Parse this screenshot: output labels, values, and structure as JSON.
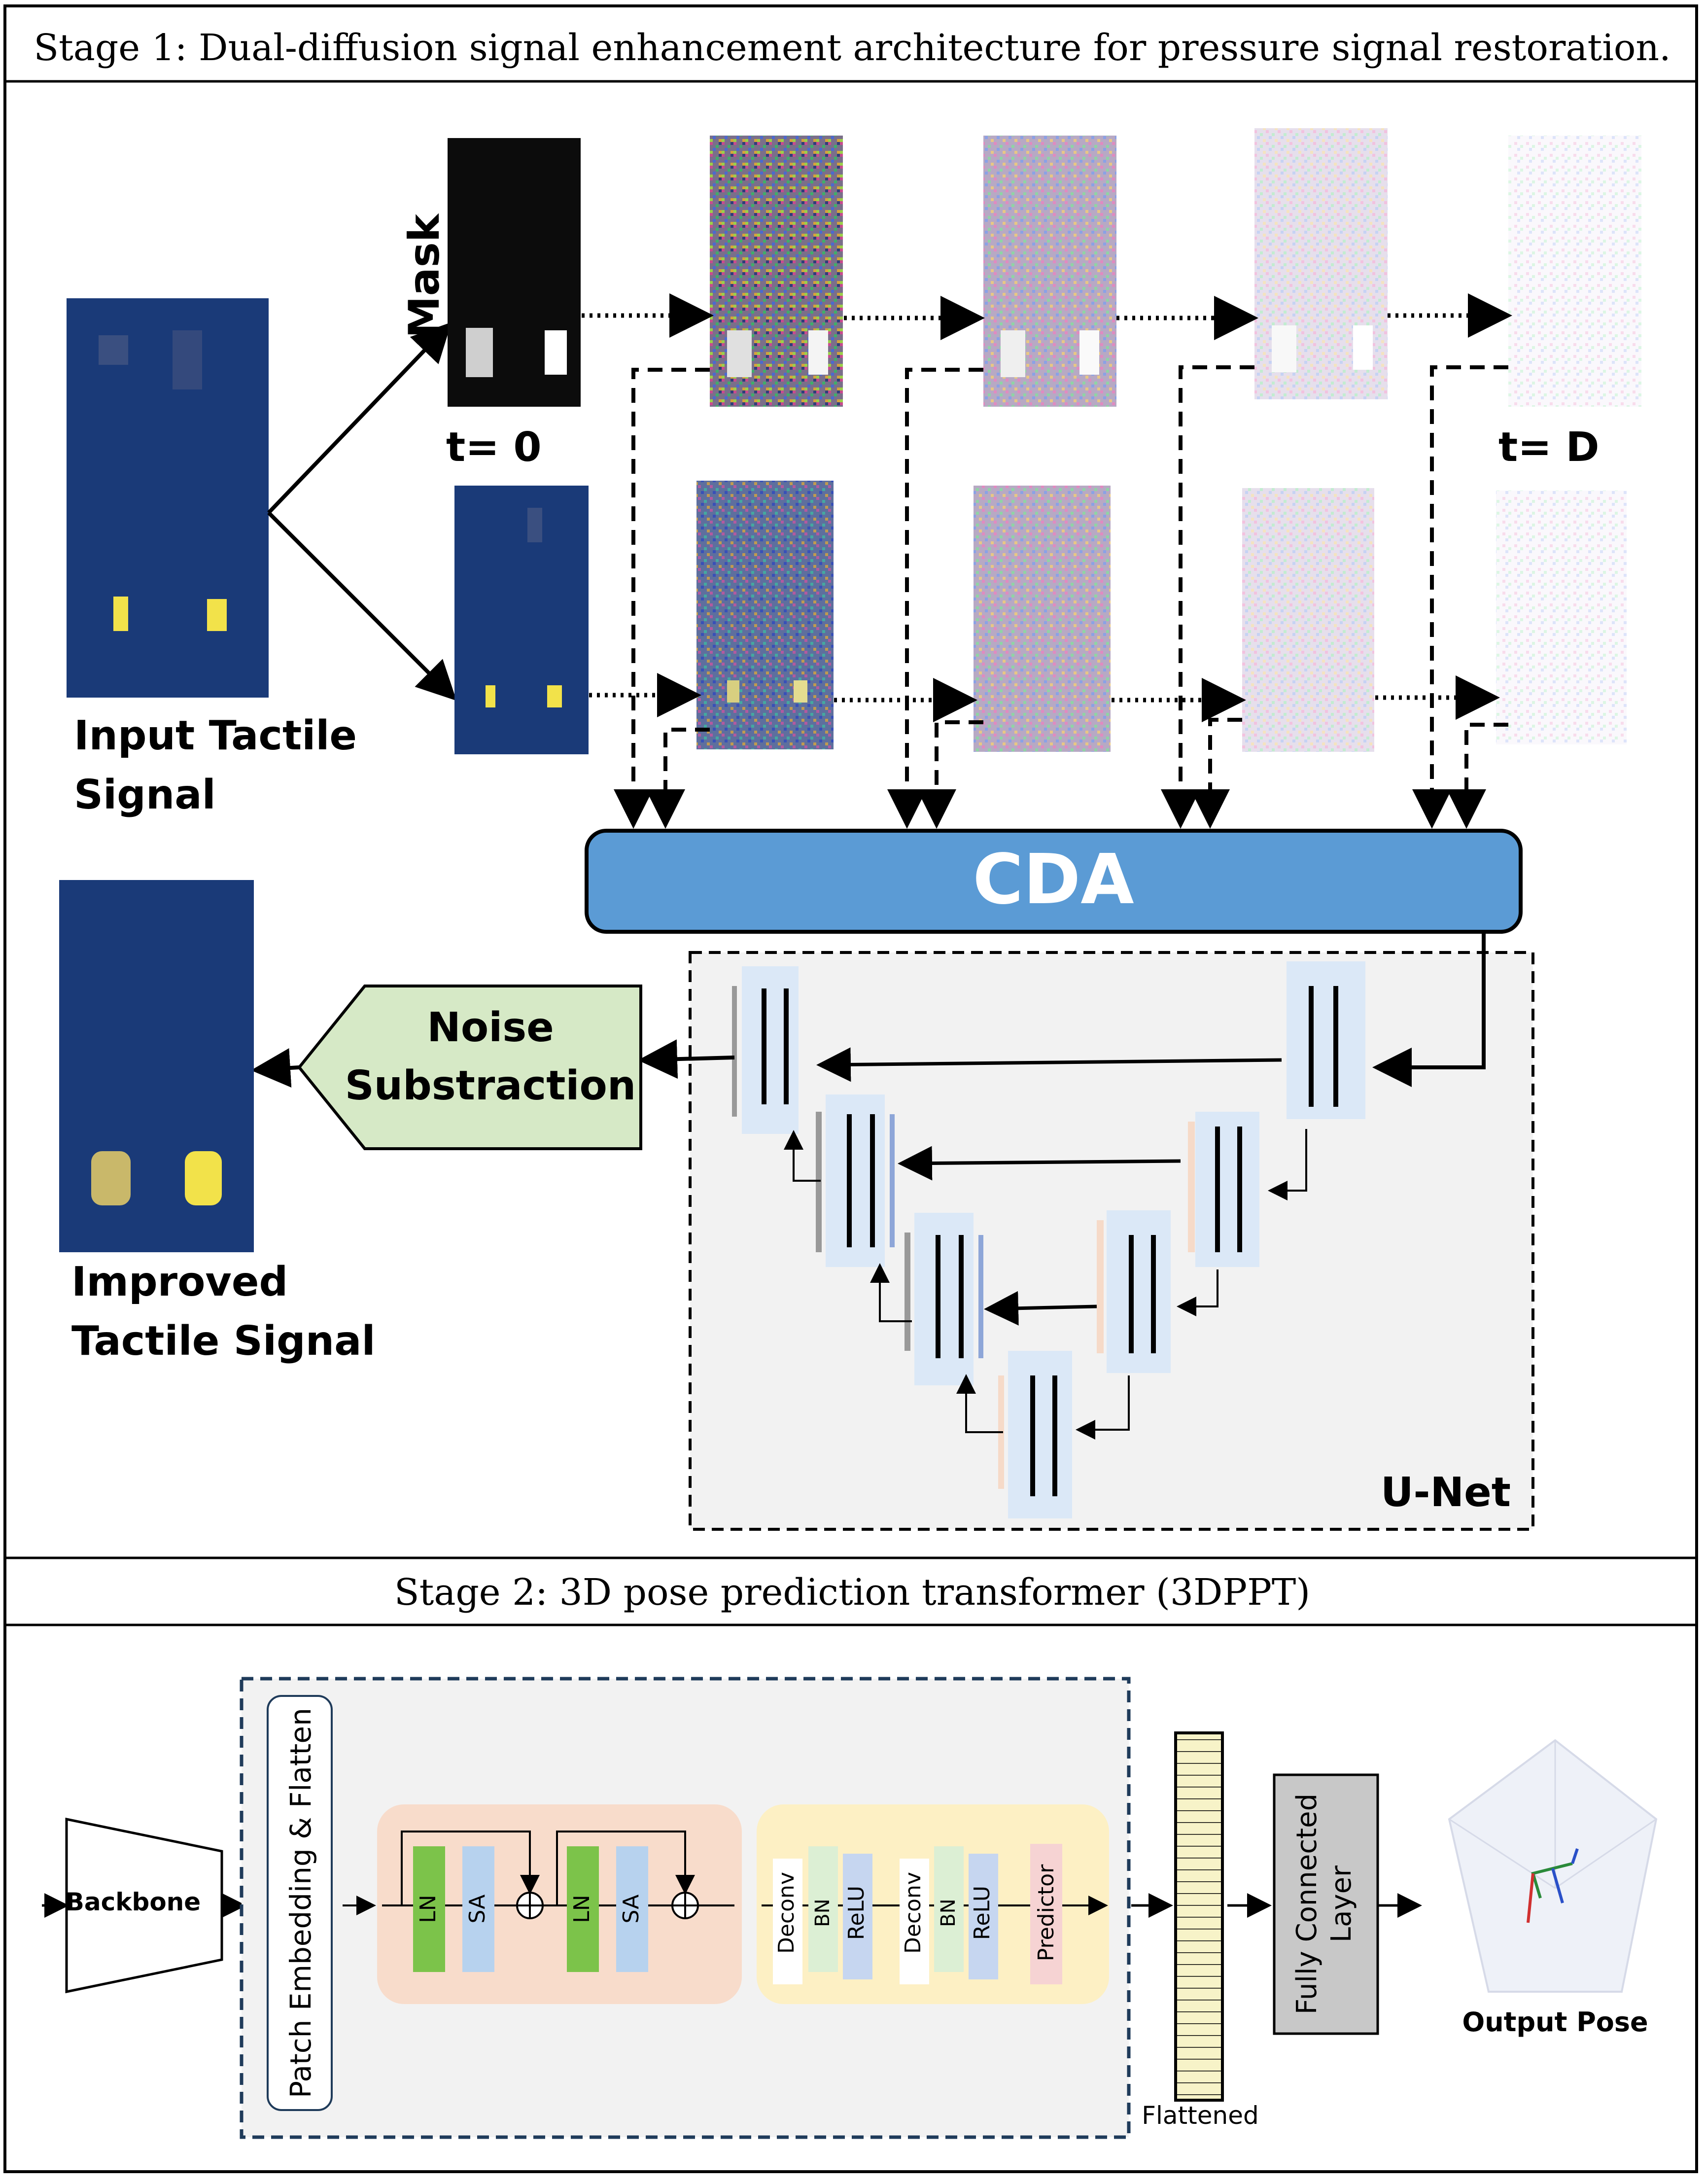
{
  "stage1": {
    "title": "Stage 1: Dual-diffusion signal enhancement architecture for pressure signal restoration.",
    "mask_label": "Mask",
    "t0_label": "t= 0",
    "tD_label": "t= D",
    "input_label": [
      "Input Tactile",
      "Signal"
    ],
    "cda_label": "CDA",
    "noise_label": [
      "Noise",
      "Substraction"
    ],
    "improved_label": [
      "Improved",
      "Tactile Signal"
    ],
    "unet_label": "U-Net"
  },
  "stage2": {
    "title": "Stage 2: 3D pose prediction transformer (3DPPT)",
    "backbone_label": "Backbone",
    "patch_label": "Patch Embedding & Flatten",
    "ln_label": "LN",
    "sa_label": "SA",
    "deconv_label": "Deconv",
    "bn_label": "BN",
    "relu_label": "ReLU",
    "predictor_label": "Predictor",
    "flattened_label": "Flattened",
    "fc_label": [
      "Fully Connected",
      "Layer"
    ],
    "output_label": "Output Pose"
  },
  "colors": {
    "tactile_blue": "#1a3a78",
    "tactile_yellow": "#f2e24a",
    "cda_fill": "#5b9bd5",
    "noise_fill": "#d6e9c6",
    "unet_bg": "#f2f2f2",
    "transformer_bg": "#f8dccb",
    "decoder_bg": "#fdf0c4",
    "ln_green": "#7cc34a",
    "sa_blue": "#b7d2ee",
    "fc_gray": "#c8c8c8"
  }
}
